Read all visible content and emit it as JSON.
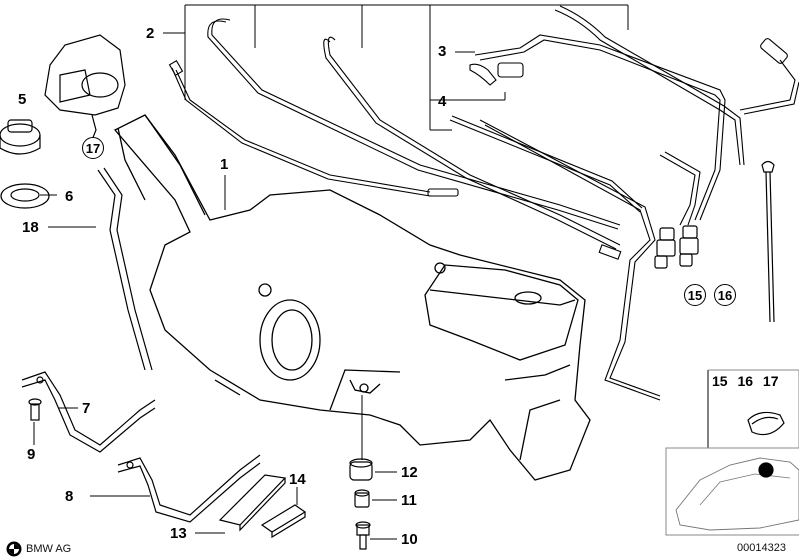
{
  "callouts": [
    {
      "id": "1",
      "text": "1"
    },
    {
      "id": "2",
      "text": "2"
    },
    {
      "id": "3",
      "text": "3"
    },
    {
      "id": "4",
      "text": "4"
    },
    {
      "id": "5",
      "text": "5"
    },
    {
      "id": "6",
      "text": "6"
    },
    {
      "id": "7",
      "text": "7"
    },
    {
      "id": "8",
      "text": "8"
    },
    {
      "id": "9",
      "text": "9"
    },
    {
      "id": "10",
      "text": "10"
    },
    {
      "id": "11",
      "text": "11"
    },
    {
      "id": "12",
      "text": "12"
    },
    {
      "id": "13",
      "text": "13"
    },
    {
      "id": "14",
      "text": "14"
    },
    {
      "id": "18",
      "text": "18"
    }
  ],
  "circled": [
    {
      "id": "17",
      "text": "17"
    },
    {
      "id": "15",
      "text": "15"
    },
    {
      "id": "16",
      "text": "16"
    }
  ],
  "inset": {
    "numbers": "15 16 17"
  },
  "footer": {
    "brand": "BMW AG",
    "diagram_id": "00014323"
  },
  "colors": {
    "line": "#000000",
    "background": "#ffffff",
    "panel_border": "#888888"
  }
}
